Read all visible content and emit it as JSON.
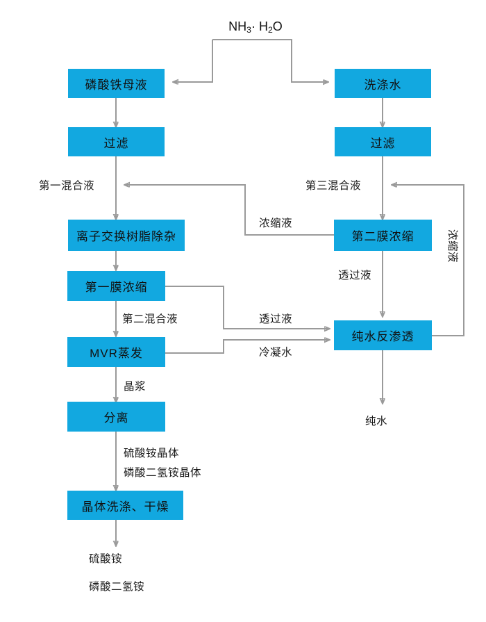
{
  "diagram": {
    "title": "NH3·H2O",
    "title_parts": {
      "pre": "NH",
      "sub1": "3",
      "mid": "· H",
      "sub2": "2",
      "post": "O"
    },
    "accent_color": "#12A8E0",
    "line_color": "#9a9a9a",
    "text_color": "#111111",
    "nodes": [
      {
        "id": "iron-phosphate-mother-liquor",
        "label": "磷酸铁母液"
      },
      {
        "id": "wash-water",
        "label": "洗涤水"
      },
      {
        "id": "filtration-left",
        "label": "过滤"
      },
      {
        "id": "filtration-right",
        "label": "过滤"
      },
      {
        "id": "ion-exchange-resin",
        "label": "离子交换树脂除杂"
      },
      {
        "id": "second-membrane-concentration",
        "label": "第二膜浓缩"
      },
      {
        "id": "first-membrane-concentration",
        "label": "第一膜浓缩"
      },
      {
        "id": "mvr-evaporation",
        "label": "MVR蒸发"
      },
      {
        "id": "pure-water-reverse-osmosis",
        "label": "纯水反渗透"
      },
      {
        "id": "separation",
        "label": "分离"
      },
      {
        "id": "crystal-wash-dry",
        "label": "晶体洗涤、干燥"
      }
    ],
    "stream_labels": [
      {
        "id": "first-mixed-liquor",
        "text": "第一混合液"
      },
      {
        "id": "third-mixed-liquor",
        "text": "第三混合液"
      },
      {
        "id": "concentrate-to-first-mix",
        "text": "浓缩液"
      },
      {
        "id": "concentrate-recycle",
        "text": "浓缩液"
      },
      {
        "id": "permeate-to-ro-upper",
        "text": "透过液"
      },
      {
        "id": "permeate-from-first-membrane",
        "text": "透过液"
      },
      {
        "id": "second-mixed-liquor",
        "text": "第二混合液"
      },
      {
        "id": "condensate",
        "text": "冷凝水"
      },
      {
        "id": "crystal-slurry",
        "text": "晶浆"
      },
      {
        "id": "ammonium-sulfate-crystal",
        "text": "硫酸铵晶体"
      },
      {
        "id": "monoammonium-phosphate-crystal",
        "text": "磷酸二氢铵晶体"
      },
      {
        "id": "pure-water-out",
        "text": "纯水"
      },
      {
        "id": "ammonium-sulfate-product",
        "text": "硫酸铵"
      },
      {
        "id": "monoammonium-phosphate-product",
        "text": "磷酸二氢铵"
      }
    ]
  }
}
